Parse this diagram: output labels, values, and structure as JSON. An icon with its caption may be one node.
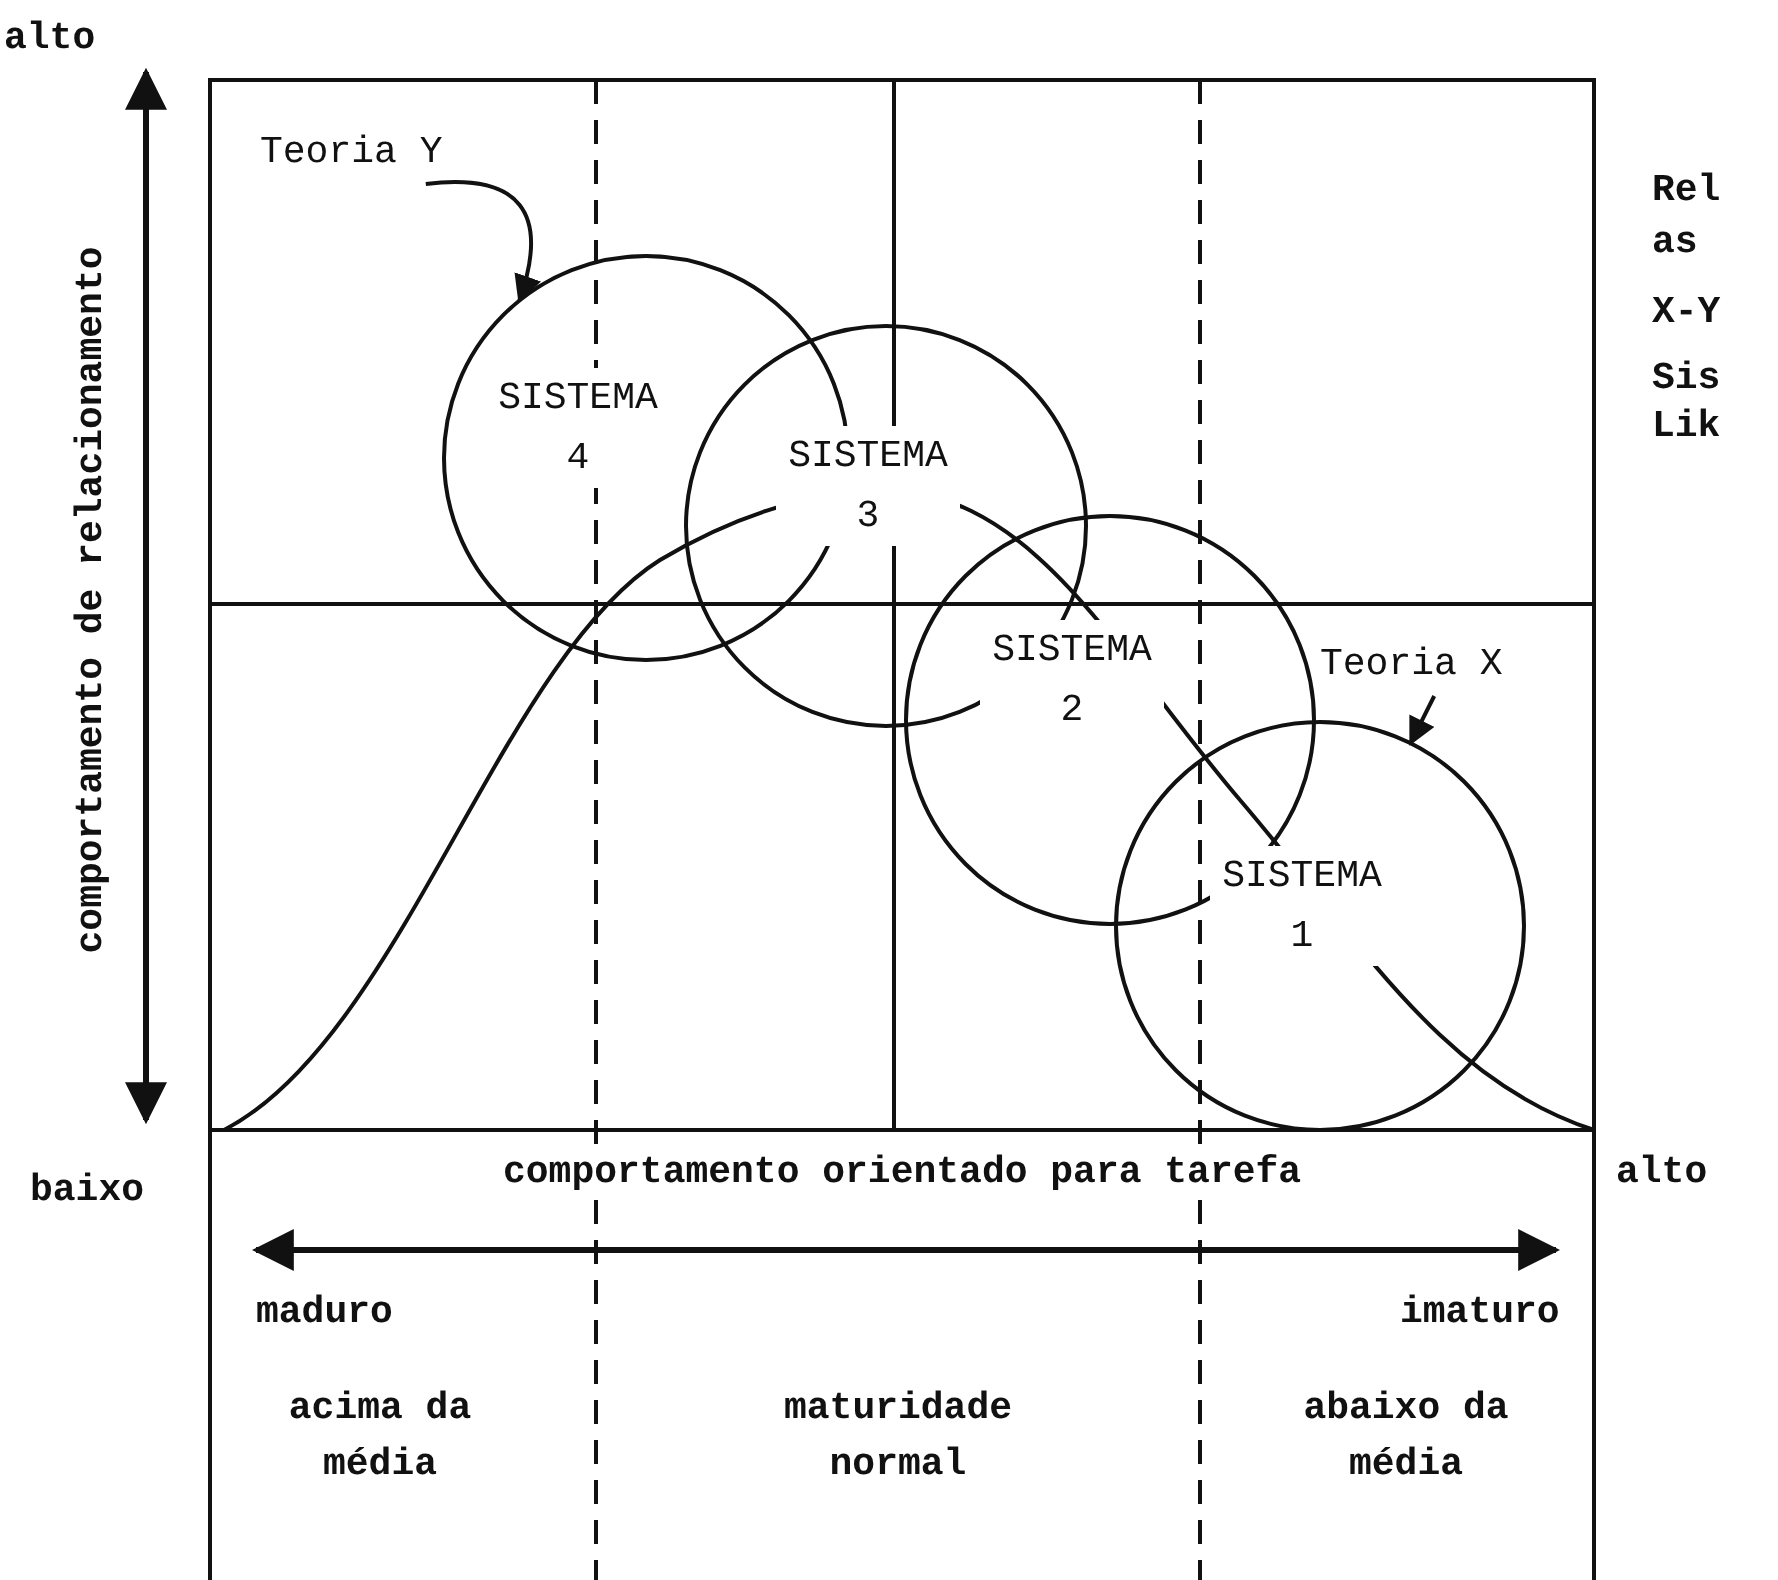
{
  "diagram": {
    "nodes": [
      {
        "text": [
          "Teoria Y"
        ]
      },
      {
        "text": [
          "SISTEMA 4"
        ]
      },
      {
        "text": [
          "SISTEMA 3"
        ]
      },
      {
        "text": [
          "SISTEMA 2"
        ]
      },
      {
        "text": [
          "Teoria X"
        ]
      },
      {
        "text": [
          "SISTEMA 1"
        ]
      }
    ],
    "edges": [
      {
        "from": 0,
        "to": 1,
        "arrow": "to"
      },
      {
        "from": 4,
        "to": 5,
        "arrow": "to"
      }
    ],
    "labels": [
      "alto",
      "comportamento de relacionamento",
      "Rel",
      "as",
      "X-Y",
      "Sis",
      "Lik",
      "baixo",
      "comportamento orientado para tarefa",
      "alto",
      "maduro",
      "imaturo",
      "acima da média",
      "maturidade normal",
      "abaixo da média"
    ]
  }
}
